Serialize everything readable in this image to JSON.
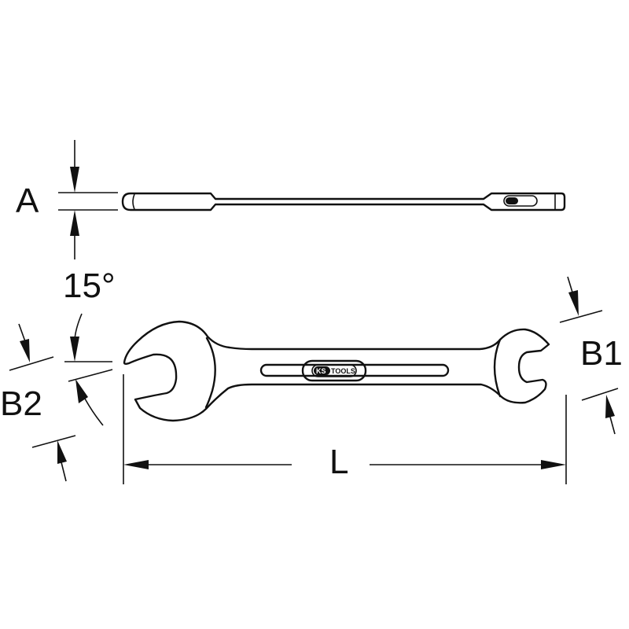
{
  "drawing": {
    "subject": "double open-end wrench",
    "labels": {
      "thickness": "A",
      "angle": "15°",
      "jaw_left": "B2",
      "jaw_right": "B1",
      "length": "L"
    },
    "brand": {
      "ks": "KS",
      "tools": "TOOLS"
    },
    "colors": {
      "line": "#111111",
      "background": "#ffffff"
    }
  }
}
